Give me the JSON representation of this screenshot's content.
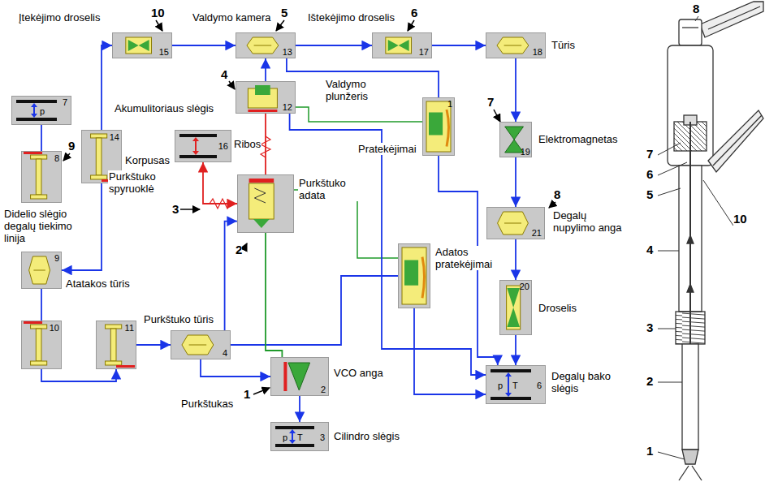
{
  "diagram": {
    "nodes": [
      {
        "text": [
          "15"
        ]
      },
      {
        "text": [
          "13"
        ]
      },
      {
        "text": [
          "17"
        ]
      },
      {
        "text": [
          "18"
        ]
      },
      {
        "text": [
          "7",
          "p"
        ]
      },
      {
        "text": [
          "8"
        ]
      },
      {
        "text": [
          "14"
        ]
      },
      {
        "text": [
          "16"
        ]
      },
      {
        "text": [
          "12"
        ]
      },
      {
        "text": [
          "1"
        ]
      },
      {
        "text": [
          "19"
        ]
      },
      {
        "text": [
          "21"
        ]
      },
      {
        "text": [
          "9"
        ]
      },
      {
        "text": [
          "Purkštuko adata"
        ]
      },
      {
        "text": [
          "Adatos pratekėjimai"
        ]
      },
      {
        "text": [
          "20"
        ]
      },
      {
        "text": [
          "4"
        ]
      },
      {
        "text": [
          "2"
        ]
      },
      {
        "text": [
          "p",
          "T",
          "3"
        ]
      },
      {
        "text": [
          "p",
          "T",
          "6"
        ]
      },
      {
        "text": [
          "10"
        ]
      },
      {
        "text": [
          "11"
        ]
      }
    ],
    "edges": [
      {
        "from": 4,
        "to": 5,
        "arrow": "none"
      },
      {
        "from": 6,
        "to": 12,
        "arrow": "to"
      },
      {
        "from": 6,
        "to": 0,
        "arrow": "to"
      },
      {
        "from": 0,
        "to": 1,
        "arrow": "to"
      },
      {
        "from": 1,
        "to": 2,
        "arrow": "to"
      },
      {
        "from": 2,
        "to": 3,
        "arrow": "to"
      },
      {
        "from": 3,
        "to": 10,
        "arrow": "to"
      },
      {
        "from": 10,
        "to": 11,
        "arrow": "to"
      },
      {
        "from": 11,
        "to": 15,
        "arrow": "to"
      },
      {
        "from": 15,
        "to": 19,
        "arrow": "to"
      },
      {
        "from": 8,
        "to": 1,
        "arrow": "to"
      },
      {
        "from": 1,
        "to": 9,
        "arrow": "none"
      },
      {
        "from": 9,
        "to": 19,
        "arrow": "to"
      },
      {
        "from": 8,
        "to": 13,
        "arrow": "none"
      },
      {
        "from": 7,
        "to": 13,
        "arrow": "both"
      },
      {
        "from": 12,
        "to": 20,
        "arrow": "none"
      },
      {
        "from": 20,
        "to": 21,
        "arrow": "to"
      },
      {
        "from": 21,
        "to": 16,
        "arrow": "to"
      },
      {
        "from": 16,
        "to": 17,
        "arrow": "to"
      },
      {
        "from": 16,
        "to": 13,
        "arrow": "to"
      },
      {
        "from": 16,
        "to": 14,
        "arrow": "none"
      },
      {
        "from": 14,
        "to": 19,
        "arrow": "to"
      },
      {
        "from": 17,
        "to": 18,
        "arrow": "to"
      },
      {
        "from": 13,
        "to": 17,
        "arrow": "none"
      },
      {
        "from": 8,
        "to": 19,
        "arrow": "to"
      }
    ],
    "labels": [
      "Įtekėjimo droselis",
      "10",
      "Valdymo kamera",
      "5",
      "Ištekėjimo droselis",
      "6",
      "Tūris",
      "Akumulitoriaus slėgis",
      "9",
      "Didelio slėgio degalų tiekimo linija",
      "Korpusas",
      "Ribos",
      "4",
      "Valdymo plunžeris",
      "Pratekėjimai",
      "7",
      "Elektromagnetas",
      "8",
      "Degalų nupylimo anga",
      "Purkštuko spyruoklė",
      "3",
      "2",
      "Atatakos tūris",
      "Purkštuko tūris",
      "Droselis",
      "VCO anga",
      "Purkštukas",
      "1",
      "Degalų bako slėgis",
      "Cilindro slėgis",
      "8",
      "7",
      "6",
      "5",
      "10",
      "4",
      "3",
      "2",
      "1"
    ]
  }
}
